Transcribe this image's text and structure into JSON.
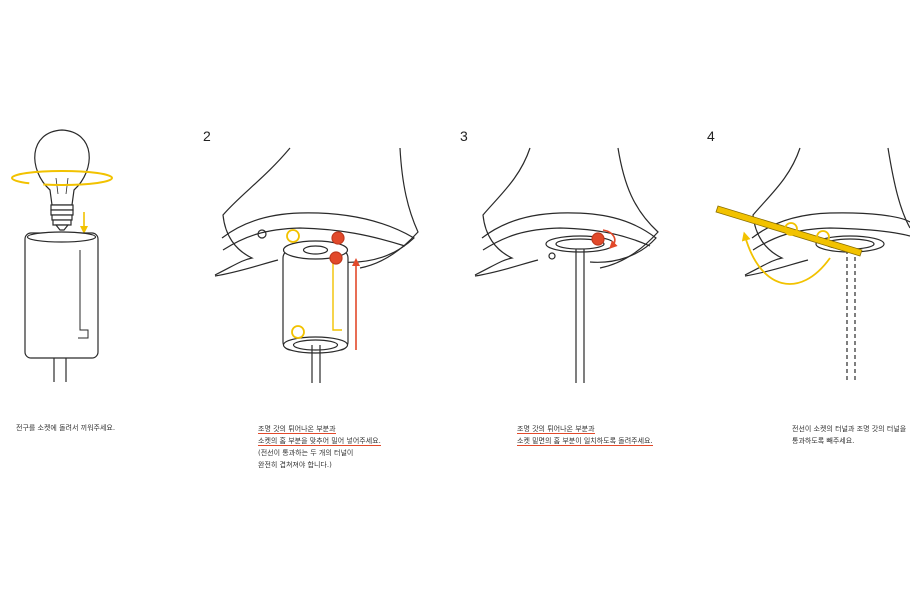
{
  "steps": [
    {
      "number": "",
      "lines": [
        "전구를 소켓에 돌려서 끼워주세요."
      ]
    },
    {
      "number": "2",
      "lines": [
        "조명 갓의 튀어나온 부분과",
        "소켓의 홈 부분을 맞추어 밀어 넣어주세요.",
        "(전선이 통과하는 두 개의 터널이",
        "완전히 겹쳐져야 합니다.)"
      ]
    },
    {
      "number": "3",
      "lines": [
        "조명 갓의 튀어나온 부분과",
        "소켓 밑면의 홈 부분이 일치하도록 돌려주세요."
      ]
    },
    {
      "number": "4",
      "lines": [
        "전선이 소켓의 터널과 조명 갓의 터널을",
        "통과하도록 빼주세요."
      ]
    }
  ],
  "colors": {
    "accent_red": "#e2492a",
    "accent_yellow": "#f2c200",
    "line": "#2a2a2a"
  }
}
